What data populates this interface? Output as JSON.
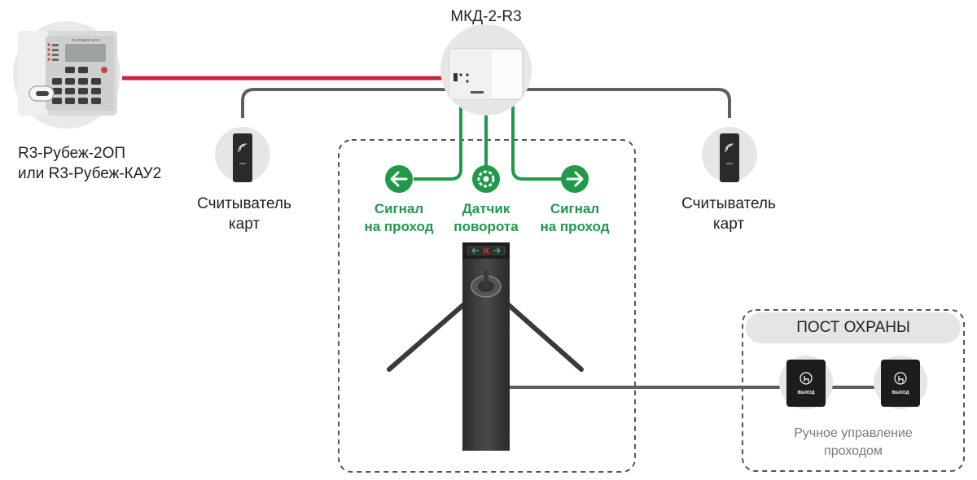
{
  "mkd": {
    "label": "МКД-2-R3"
  },
  "controller": {
    "label_line1": "R3-Рубеж-2ОП",
    "label_line2": "или R3-Рубеж-КАУ2",
    "screen_brand": "R3-РУБЕЖ-2ОП"
  },
  "reader_left": {
    "label_line1": "Считыватель",
    "label_line2": "карт"
  },
  "reader_right": {
    "label_line1": "Считыватель",
    "label_line2": "карт"
  },
  "signals": {
    "left": {
      "line1": "Сигнал",
      "line2": "на проход"
    },
    "sensor": {
      "line1": "Датчик",
      "line2": "поворота"
    },
    "right": {
      "line1": "Сигнал",
      "line2": "на проход"
    }
  },
  "security_post": {
    "title": "ПОСТ ОХРАНЫ",
    "button_label": "ВЫХОД",
    "caption_line1": "Ручное управление",
    "caption_line2": "проходом"
  },
  "icons": {
    "left_arrow": "arrow-left-icon",
    "sensor": "gear-sensor-icon",
    "right_arrow": "arrow-right-icon",
    "nfc": "nfc-wave-icon",
    "hand": "hand-tap-icon"
  },
  "colors": {
    "red_link": "#c8253a",
    "gray_link": "#5f5f5f",
    "green_signal": "#1f9a48",
    "dashed_border": "#555555"
  }
}
